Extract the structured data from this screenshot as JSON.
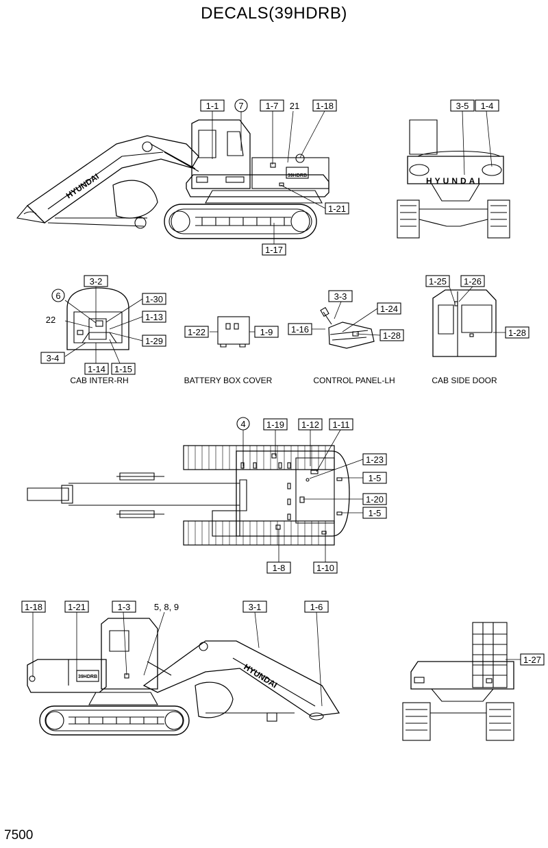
{
  "title": "DECALS(39HDRB)",
  "page_number": "7500",
  "views": {
    "side_left": {
      "brand_boom": "HYUNDAI",
      "model_badge": "39HDRB"
    },
    "rear": {
      "brand": "HYUNDAI"
    },
    "side_right": {
      "brand_boom": "HYUNDAI",
      "model_badge": "39HDRB"
    }
  },
  "captions": {
    "cab_inter_rh": "CAB INTER-RH",
    "battery_box_cover": "BATTERY BOX COVER",
    "control_panel_lh": "CONTROL PANEL-LH",
    "cab_side_door": "CAB SIDE DOOR"
  },
  "callouts": {
    "s1_1_1": "1-1",
    "s1_7": "7",
    "s1_1_7": "1-7",
    "s1_21": "21",
    "s1_1_18": "1-18",
    "s1_1_21": "1-21",
    "s1_1_17": "1-17",
    "r_3_5": "3-5",
    "r_1_4": "1-4",
    "c_3_2": "3-2",
    "c_6": "6",
    "c_1_30": "1-30",
    "c_22": "22",
    "c_1_13": "1-13",
    "c_1_29": "1-29",
    "c_3_4": "3-4",
    "c_1_14": "1-14",
    "c_1_15": "1-15",
    "b_1_22": "1-22",
    "b_1_9": "1-9",
    "p_3_3": "3-3",
    "p_1_24": "1-24",
    "p_1_16": "1-16",
    "p_1_28": "1-28",
    "d_1_25": "1-25",
    "d_1_26": "1-26",
    "d_1_28": "1-28",
    "t_4": "4",
    "t_1_19": "1-19",
    "t_1_12": "1-12",
    "t_1_11": "1-11",
    "t_1_23": "1-23",
    "t_1_5a": "1-5",
    "t_1_20": "1-20",
    "t_1_5b": "1-5",
    "t_1_8": "1-8",
    "t_1_10": "1-10",
    "s2_1_18": "1-18",
    "s2_1_21": "1-21",
    "s2_1_3": "1-3",
    "s2_589": "5, 8, 9",
    "s2_3_1": "3-1",
    "s2_1_6": "1-6",
    "f_1_27": "1-27"
  }
}
